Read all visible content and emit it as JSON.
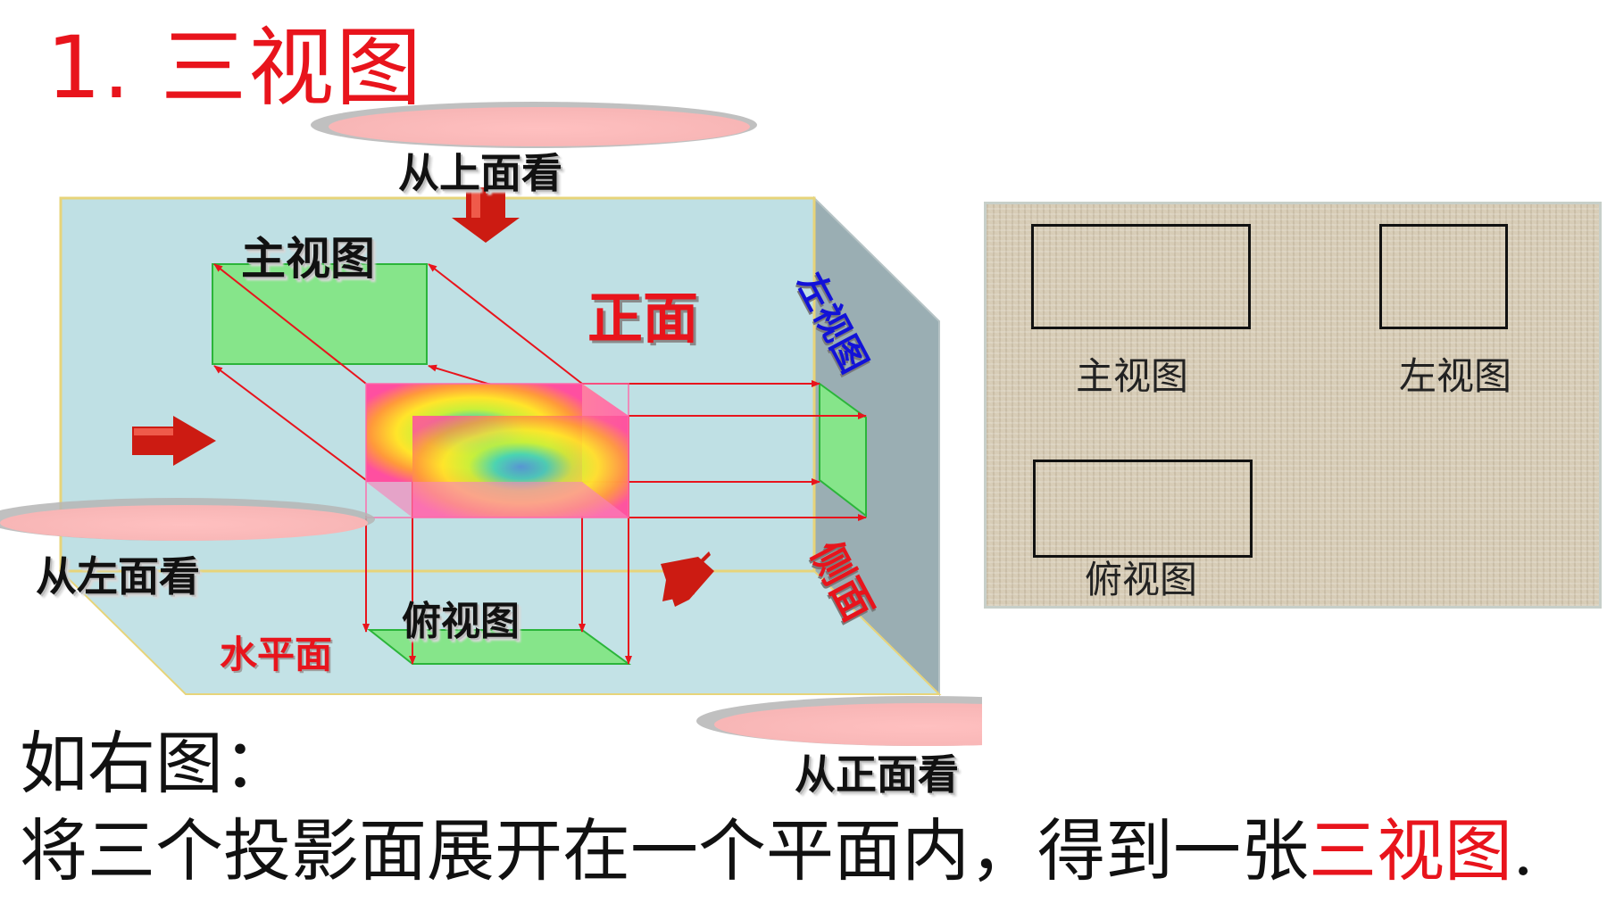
{
  "title": "1. 三视图",
  "labels": {
    "from_top": "从上面看",
    "from_left": "从左面看",
    "from_front": "从正面看",
    "front_view": "主视图",
    "left_view": "左视图",
    "top_view": "俯视图",
    "front_plane": "正面",
    "side_plane": "侧面",
    "horizontal_plane": "水平面"
  },
  "panel": {
    "front_view": "主视图",
    "left_view": "左视图",
    "top_view": "俯视图"
  },
  "caption": {
    "line1": "如右图：",
    "line2_prefix": "将三个投影面展开在一个平面内，得到一张",
    "line2_highlight": "三视图",
    "line2_suffix": "."
  },
  "colors": {
    "title": "#e8141c",
    "front_plane_fill": "#bfe0e4",
    "side_plane_fill": "#9aaeb3",
    "projection_fill": "#86e58a",
    "arrow_red": "#cc1b12",
    "left_view_label": "#1212d8"
  }
}
